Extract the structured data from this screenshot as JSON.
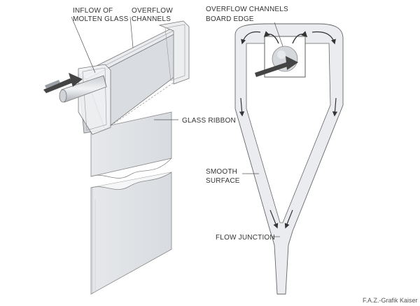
{
  "left_diagram": {
    "inflow_label_1": "INFLOW OF",
    "inflow_label_2": "MOLTEN GLASS",
    "overflow_label_1": "OVERFLOW",
    "overflow_label_2": "CHANNELS",
    "ribbon_label": "GLASS RIBBON"
  },
  "right_diagram": {
    "overflow_label": "OVERFLOW CHANNELS",
    "board_label": "BOARD EDGE",
    "smooth_label_1": "SMOOTH",
    "smooth_label_2": "SURFACE",
    "junction_label": "FLOW JUNCTION"
  },
  "credit": "F.A.Z.-Grafik Kaiser",
  "colors": {
    "line": "#555555",
    "glass": "#dfe2e6",
    "glass_light": "#eef0f2",
    "arrow": "#444444"
  }
}
